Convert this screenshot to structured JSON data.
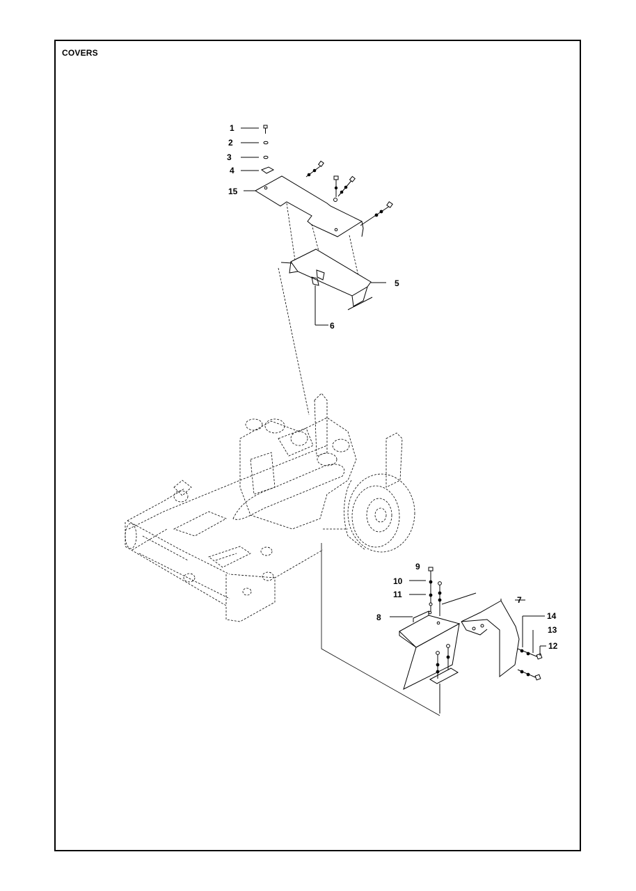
{
  "title": "COVERS",
  "callouts": {
    "c1": "1",
    "c2": "2",
    "c3": "3",
    "c4": "4",
    "c5": "5",
    "c6": "6",
    "c7": "7",
    "c8": "8",
    "c9": "9",
    "c10": "10",
    "c11": "11",
    "c12": "12",
    "c13": "13",
    "c14": "14",
    "c15": "15"
  }
}
